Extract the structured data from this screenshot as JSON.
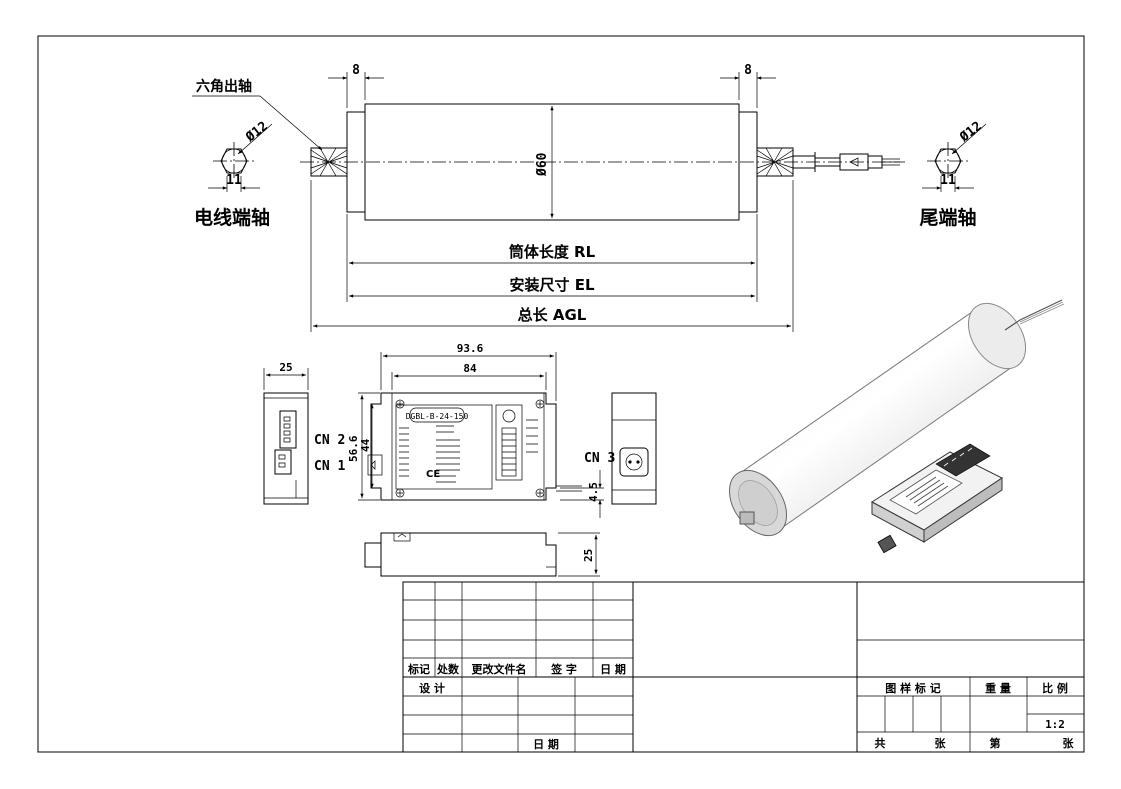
{
  "roller": {
    "shaft_left_dim": "8",
    "shaft_right_dim": "8",
    "diameter": "Ø60",
    "rl_label": "筒体长度 RL",
    "el_label": "安装尺寸 EL",
    "agl_label": "总长 AGL",
    "hex_shaft_label": "六角出轴",
    "left_end_diameter": "Ø12",
    "left_end_hex": "11",
    "left_end_name": "电线端轴",
    "right_end_diameter": "Ø12",
    "right_end_hex": "11",
    "right_end_name": "尾端轴"
  },
  "driver": {
    "width_outer": "93.6",
    "width_inner": "84",
    "side_width": "25",
    "height_outer": "56.6",
    "height_inner": "44",
    "model": "DGBL-B-24-150",
    "cn1": "CN 1",
    "cn2": "CN 2",
    "cn3": "CN 3",
    "mount_gap": "4.5",
    "bottom_height": "25",
    "ce_mark": "CE"
  },
  "title_block": {
    "rev_headers": [
      "标记",
      "处数",
      "更改文件名",
      "签 字",
      "日 期"
    ],
    "design": "设 计",
    "date": "日 期",
    "pattern_mark": "图 样 标 记",
    "weight": "重 量",
    "scale_label": "比 例",
    "scale_value": "1:2",
    "total": "共",
    "sheets_a": "张",
    "sheet_no": "第",
    "sheets_b": "张"
  }
}
